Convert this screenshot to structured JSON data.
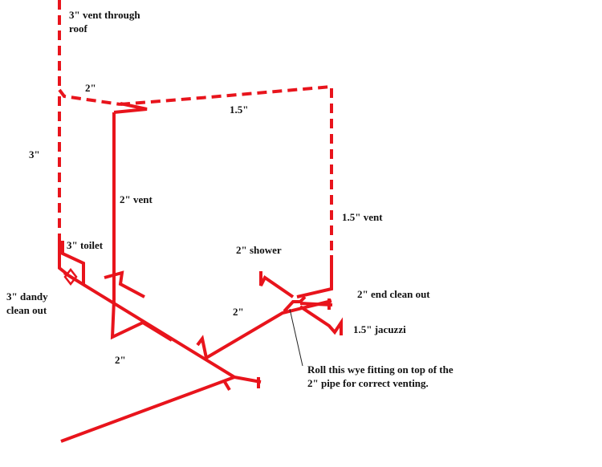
{
  "colors": {
    "pipe": "#e8141c",
    "text": "#111111",
    "leader": "#222222",
    "background": "#ffffff"
  },
  "labels": {
    "vent_through_roof": "3\" vent through\nroof",
    "top_2in": "2\"",
    "top_1_5in": "1.5\"",
    "stack_3in": "3\"",
    "vent_2in": "2\" vent",
    "vent_1_5in": "1.5\" vent",
    "toilet_3in": "3\" toilet",
    "shower_2in": "2\" shower",
    "dandy_cleanout": "3\" dandy\nclean out",
    "end_cleanout": "2\" end clean out",
    "mid_2in": "2\"",
    "jacuzzi": "1.5\" jacuzzi",
    "bottom_2in": "2\"",
    "wye_note": "Roll this wye fitting on top of the\n2\" pipe for correct venting."
  }
}
